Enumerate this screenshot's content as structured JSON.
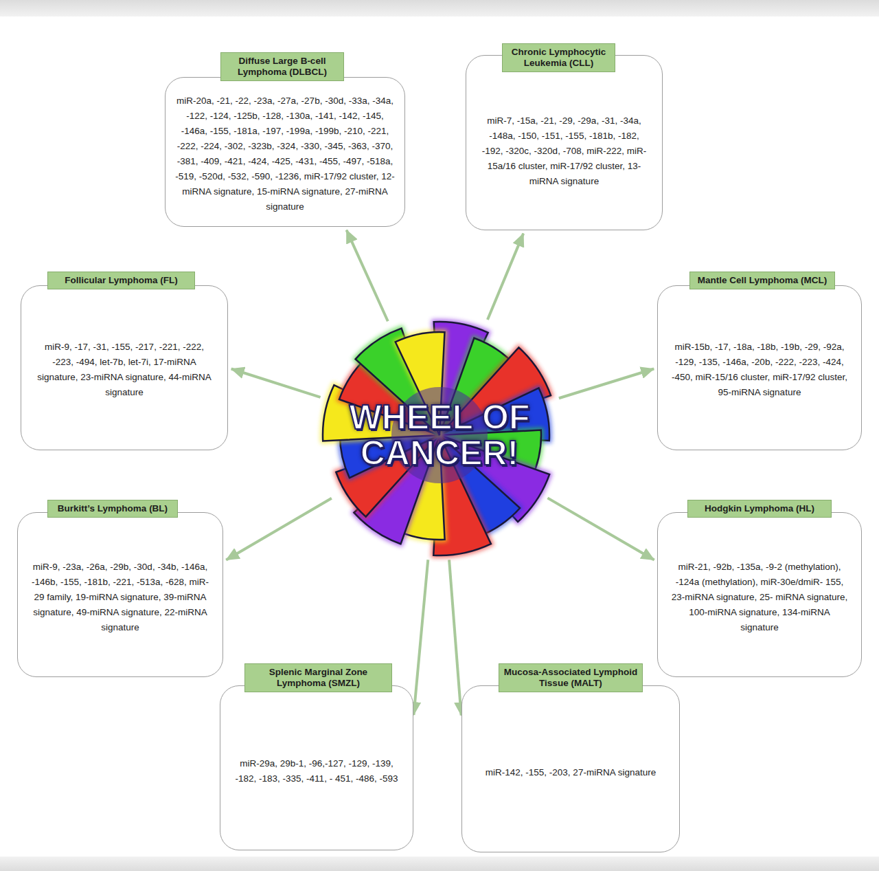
{
  "diagram": {
    "nodes": [
      {
        "text": [
          "Diffuse Large B-cell Lymphoma (DLBCL)",
          "miR-20a, -21, -22, -23a, -27a, -27b, -30d, -33a, -34a, -122, -124, -125b, -128, -130a, -141, -142, -145, -146a, -155, -181a, -197, -199a, -199b, -210, -221, -222, -224, -302, -323b, -324, -330, -345, -363, -370, -381, -409, -421, -424, -425, -431, -455, -497, -518a, -519, -520d, -532, -590, -1236, miR-17/92 cluster, 12-miRNA signature, 15-miRNA signature, 27-miRNA signature"
        ]
      },
      {
        "text": [
          "Chronic Lymphocytic Leukemia (CLL)",
          "miR-7, -15a, -21, -29, -29a, -31, -34a, -148a, -150, -151, -155, -181b, -182, -192, -320c, -320d, -708, miR-222, miR-15a/16 cluster, miR-17/92 cluster, 13-miRNA signature"
        ]
      },
      {
        "text": [
          "Follicular Lymphoma (FL)",
          "miR-9, -17, -31, -155, -217, -221, -222, -223, -494, let-7b, let-7i, 17-miRNA signature, 23-miRNA signature, 44-miRNA signature"
        ]
      },
      {
        "text": [
          "WHEEL OF CANCER!"
        ]
      },
      {
        "text": [
          "Mantle Cell Lymphoma (MCL)",
          "miR-15b, -17, -18a, -18b, -19b, -29, -92a, -129, -135, -146a, -20b, -222, -223, -424, -450, miR-15/16 cluster, miR-17/92 cluster, 95-miRNA signature"
        ]
      },
      {
        "text": [
          "Burkitt’s Lymphoma (BL)",
          "miR-9, -23a, -26a, -29b, -30d, -34b, -146a, -146b, -155, -181b, -221, -513a, -628, miR-29 family, 19-miRNA signature, 39-miRNA signature, 49-miRNA signature, 22-miRNA signature"
        ]
      },
      {
        "text": [
          "Hodgkin Lymphoma (HL)",
          "miR-21, -92b, -135a, -9-2 (methylation), -124a (methylation), miR-30e/dmiR- 155, 23-miRNA signature, 25- miRNA signature, 100-miRNA signature, 134-miRNA signature"
        ]
      },
      {
        "text": [
          "Splenic Marginal Zone Lymphoma (SMZL)",
          "miR-29a, 29b-1, -96,-127, -129, -139, -182, -183, -335, -411, - 451, -486, -593"
        ]
      },
      {
        "text": [
          "Mucosa-Associated Lymphoid Tissue (MALT)",
          "miR-142, -155, -203, 27-miRNA signature"
        ]
      }
    ],
    "edges": [
      {
        "from": 3,
        "to": 0,
        "arrow": "to"
      },
      {
        "from": 3,
        "to": 1,
        "arrow": "to"
      },
      {
        "from": 3,
        "to": 2,
        "arrow": "to"
      },
      {
        "from": 3,
        "to": 4,
        "arrow": "to"
      },
      {
        "from": 3,
        "to": 5,
        "arrow": "to"
      },
      {
        "from": 3,
        "to": 6,
        "arrow": "to"
      },
      {
        "from": 3,
        "to": 7,
        "arrow": "to"
      },
      {
        "from": 3,
        "to": 8,
        "arrow": "to"
      }
    ]
  }
}
